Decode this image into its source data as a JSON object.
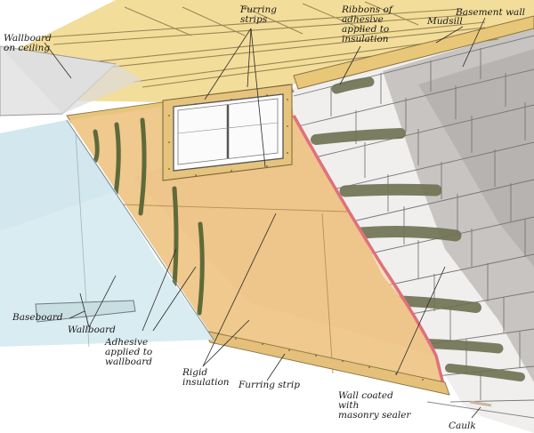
{
  "labels": {
    "wallboard_on_ceiling": "Wallboard\non ceiling",
    "furring_strips": "Furring\nstrips",
    "ribbons_of_adhesive": "Ribbons of\nadhesive\napplied to\ninsulation",
    "mudsill": "Mudsill",
    "basement_wall": "Basement wall",
    "baseboard": "Baseboard",
    "wallboard": "Wallboard",
    "adhesive_applied": "Adhesive\napplied to\nwallboard",
    "rigid_insulation": "Rigid\ninsulation",
    "furring_strip": "Furring strip",
    "wall_coated": "Wall coated\nwith\nmasonry sealer",
    "caulk": "Caulk"
  },
  "colors": {
    "wood": "#f2d58c",
    "insulation": "#efc98d",
    "wallboard": "#d8ebf0",
    "block": "#eeeeee",
    "block_shadow": "#b7b3b0",
    "adhesive": "#6f7148",
    "sealer_edge": "#e0707c"
  }
}
